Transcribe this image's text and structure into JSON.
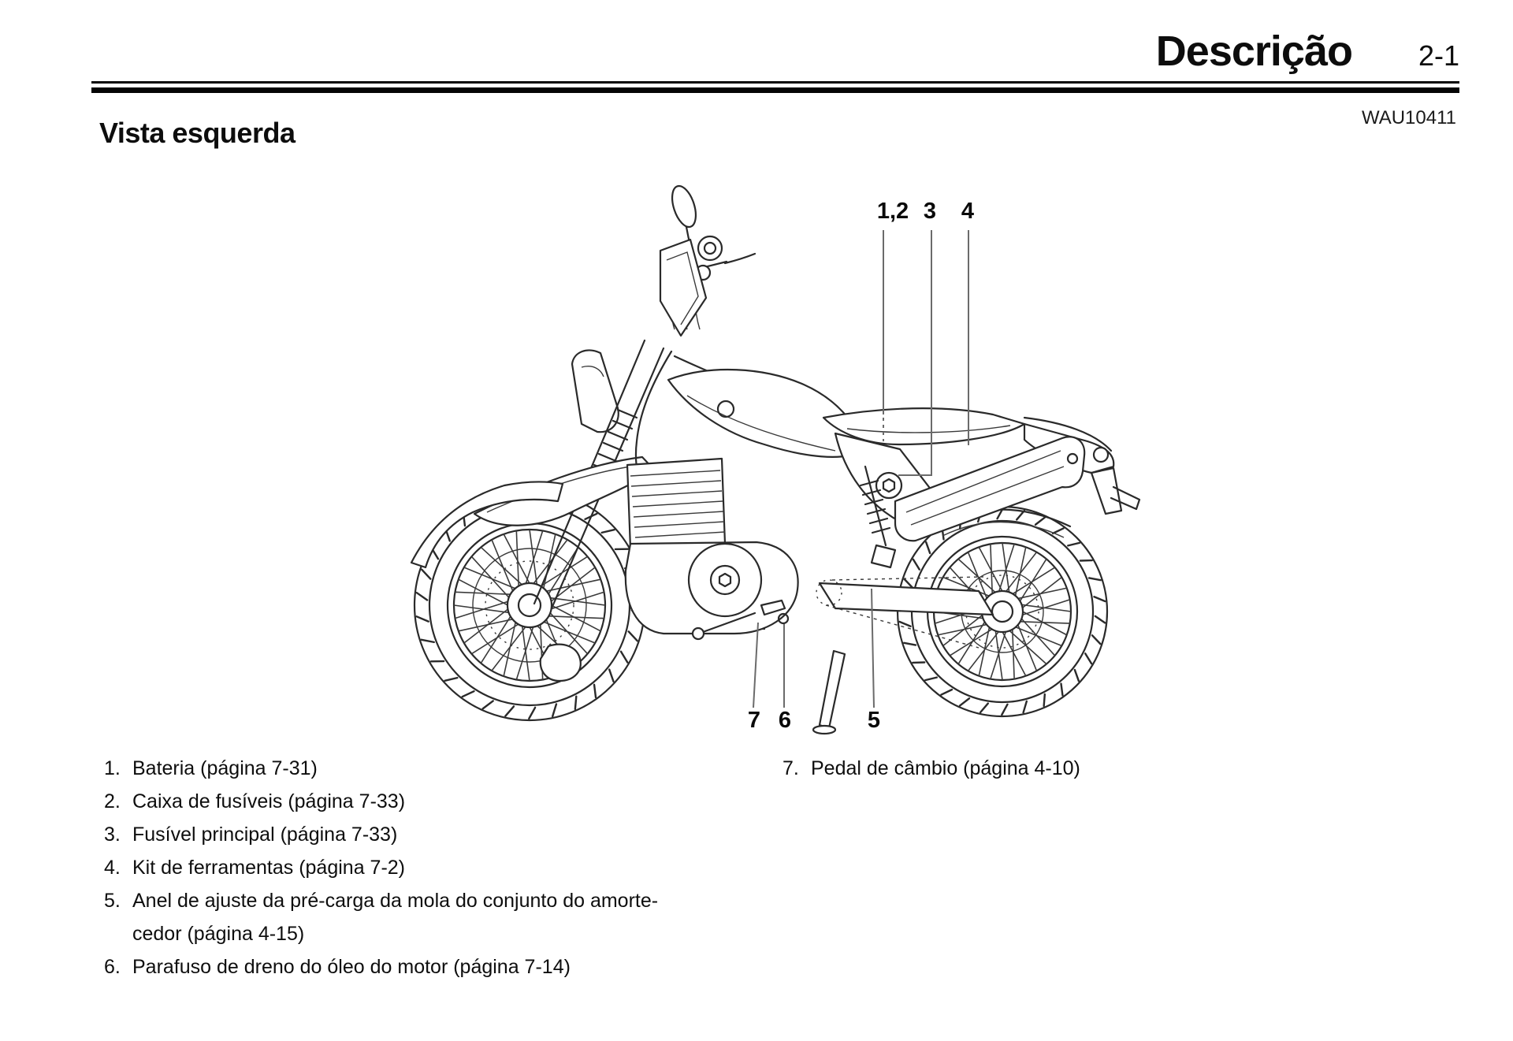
{
  "header": {
    "title": "Descrição",
    "page_number": "2-1",
    "doc_code": "WAU10411"
  },
  "section": {
    "heading": "Vista esquerda"
  },
  "callouts": {
    "top": [
      {
        "label": "1,2"
      },
      {
        "label": "3"
      },
      {
        "label": "4"
      }
    ],
    "bottom": [
      {
        "label": "7"
      },
      {
        "label": "6"
      },
      {
        "label": "5"
      }
    ]
  },
  "legend": {
    "left": [
      {
        "number": "1.",
        "lines": [
          "Bateria (página 7-31)"
        ]
      },
      {
        "number": "2.",
        "lines": [
          "Caixa de fusíveis (página 7-33)"
        ]
      },
      {
        "number": "3.",
        "lines": [
          "Fusível principal (página 7-33)"
        ]
      },
      {
        "number": "4.",
        "lines": [
          "Kit de ferramentas (página 7-2)"
        ]
      },
      {
        "number": "5.",
        "lines": [
          "Anel de ajuste da pré-carga da mola do conjunto do amorte-",
          "cedor (página 4-15)"
        ]
      },
      {
        "number": "6.",
        "lines": [
          "Parafuso de dreno do óleo do motor (página 7-14)"
        ]
      }
    ],
    "right": [
      {
        "number": "7.",
        "lines": [
          "Pedal de câmbio (página 4-10)"
        ]
      }
    ]
  }
}
